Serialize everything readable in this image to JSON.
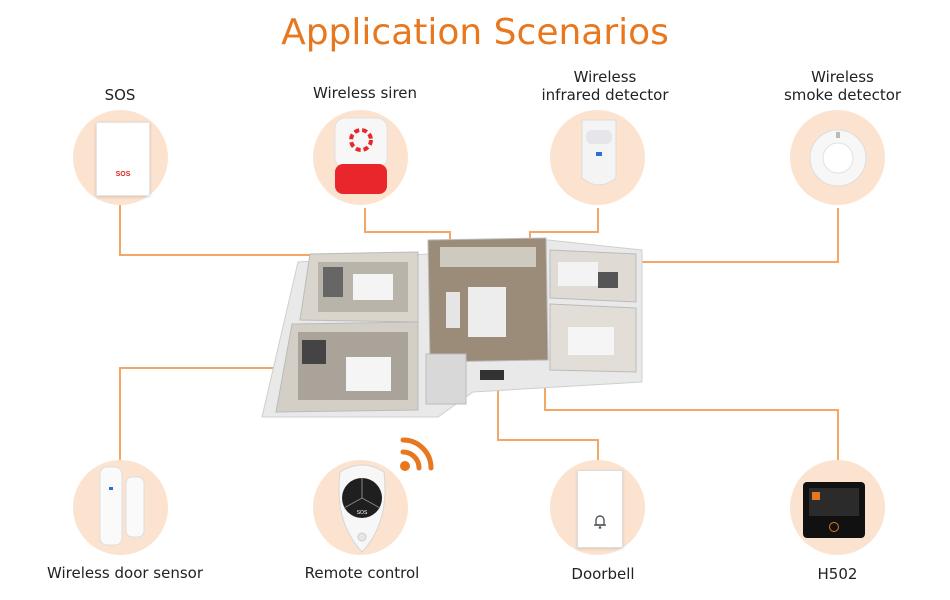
{
  "title": "Application Scenarios",
  "devices": {
    "sos": {
      "label": "SOS",
      "badge": "SOS"
    },
    "siren": {
      "label": "Wireless siren"
    },
    "infrared": {
      "label_line1": "Wireless",
      "label_line2": "infrared detector"
    },
    "smoke": {
      "label_line1": "Wireless",
      "label_line2": "smoke detector"
    },
    "door": {
      "label": "Wireless door sensor"
    },
    "remote": {
      "label": "Remote control",
      "badge": "SOS"
    },
    "doorbell": {
      "label": "Doorbell"
    },
    "panel": {
      "label": "H502"
    }
  },
  "colors": {
    "accent": "#e8781f",
    "circle": "#fbe3cf",
    "line": "#f2a766",
    "siren_red": "#e8262b"
  }
}
